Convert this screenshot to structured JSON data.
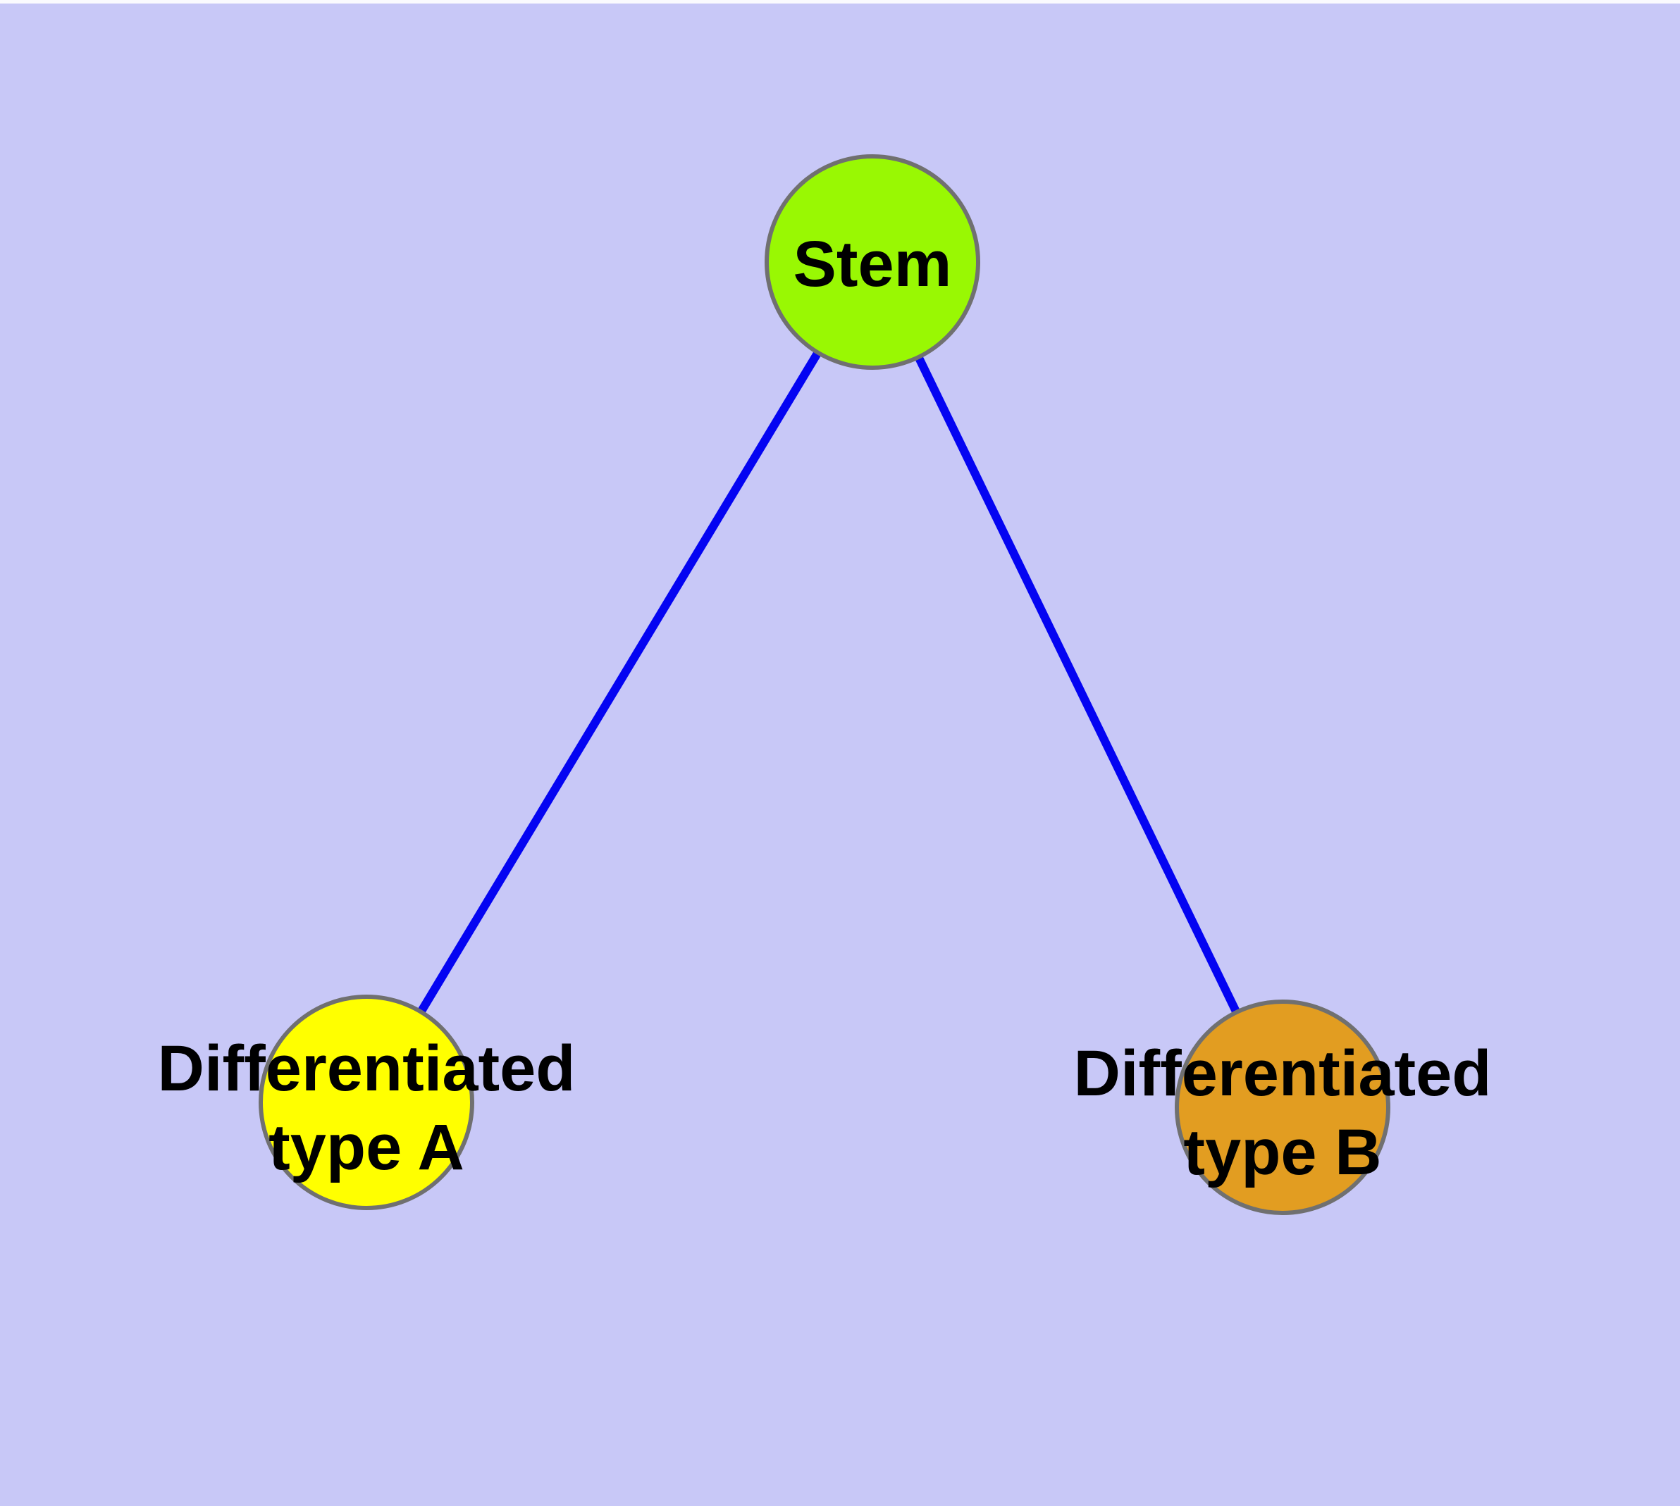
{
  "canvas": {
    "background": "#C8C8F7",
    "top_edge_strip_color": "#FAFAFE"
  },
  "diagram": {
    "type": "node-link-graph",
    "node_border_color": "#707070",
    "label_color": "#000000",
    "nodes": [
      {
        "id": "stem",
        "label": "Stem",
        "fill": "#99F803"
      },
      {
        "id": "differentiated-type-a",
        "label_lines": [
          "Differentiated",
          "type A"
        ],
        "fill": "#FFFF00"
      },
      {
        "id": "differentiated-type-b",
        "label_lines": [
          "Differentiated",
          "type B"
        ],
        "fill": "#E29D21"
      }
    ],
    "edges": [
      {
        "from": "stem",
        "to": "differentiated-type-a",
        "color": "#0404F2"
      },
      {
        "from": "stem",
        "to": "differentiated-type-b",
        "color": "#0404F2"
      }
    ]
  }
}
